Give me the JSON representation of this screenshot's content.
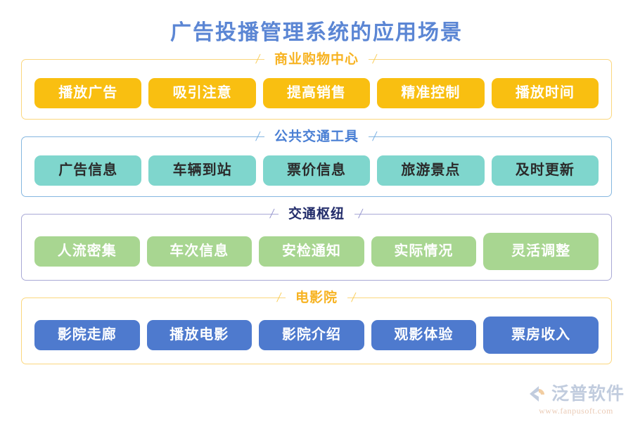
{
  "page": {
    "title": "广告投播管理系统的应用场景",
    "title_color": "#5b86d4",
    "background": "#ffffff"
  },
  "sections": [
    {
      "id": "shopping",
      "title": "商业购物中心",
      "title_color": "#f7b322",
      "border_color": "#fbd77e",
      "tag_bg": "#f9bf11",
      "tag_text_color": "#ffffff",
      "tags": [
        "播放广告",
        "吸引注意",
        "提高销售",
        "精准控制",
        "播放时间"
      ]
    },
    {
      "id": "transit",
      "title": "公共交通工具",
      "title_color": "#4a7fd4",
      "border_color": "#85b7e0",
      "tag_bg": "#7fd6cd",
      "tag_text_color": "#2b2b2b",
      "tags": [
        "广告信息",
        "车辆到站",
        "票价信息",
        "旅游景点",
        "及时更新"
      ]
    },
    {
      "id": "hub",
      "title": "交通枢纽",
      "title_color": "#232d6b",
      "border_color": "#a9a9d6",
      "tag_bg": "#a8d691",
      "tag_text_color": "#ffffff",
      "tags": [
        "人流密集",
        "车次信息",
        "安检通知",
        "实际情况",
        "灵活调整"
      ]
    },
    {
      "id": "cinema",
      "title": "电影院",
      "title_color": "#f7b322",
      "border_color": "#fbd77e",
      "tag_bg": "#4e7ace",
      "tag_text_color": "#ffffff",
      "tags": [
        "影院走廊",
        "播放电影",
        "影院介绍",
        "观影体验",
        "票房收入"
      ]
    }
  ],
  "header_decoration": {
    "slash": "/"
  },
  "logo": {
    "name": "泛普软件",
    "url": "www.fanpusoft.com",
    "mark_icon": "fanpu-swoosh-icon",
    "text_color": "#8fa4c4",
    "url_color": "#d9a07a"
  }
}
